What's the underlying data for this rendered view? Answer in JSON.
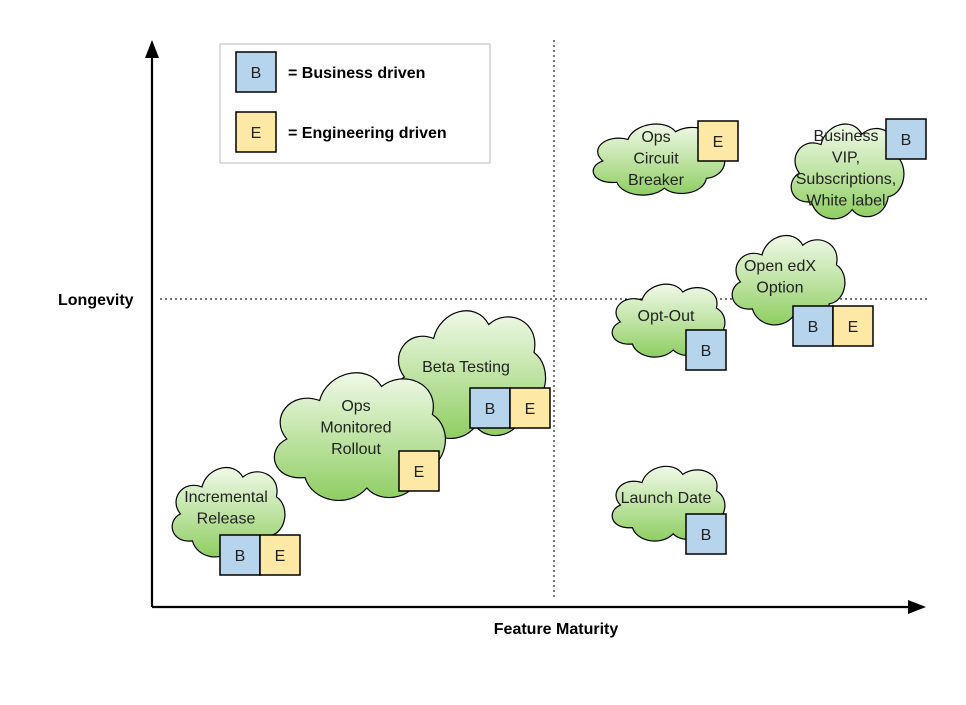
{
  "axes": {
    "x_label": "Feature Maturity",
    "y_label": "Longevity"
  },
  "legend": {
    "items": [
      {
        "tag": "B",
        "text": "= Business driven",
        "color": "#b6d4ec"
      },
      {
        "tag": "E",
        "text": "= Engineering driven",
        "color": "#fde8a6"
      }
    ]
  },
  "colors": {
    "cloud_top": "#f0f9e8",
    "cloud_bottom": "#8fce62",
    "business": "#b6d4ec",
    "engineering": "#fde8a6",
    "stroke": "#000000"
  },
  "items": [
    {
      "id": "ops-circuit-breaker",
      "lines": [
        "Ops",
        "Circuit",
        "Breaker"
      ],
      "tags": [
        "E"
      ]
    },
    {
      "id": "business-vip",
      "lines": [
        "Business",
        "VIP,",
        "Subscriptions,",
        "White label"
      ],
      "tags": [
        "B"
      ]
    },
    {
      "id": "open-edx-option",
      "lines": [
        "Open edX",
        "Option"
      ],
      "tags": [
        "B",
        "E"
      ]
    },
    {
      "id": "opt-out",
      "lines": [
        "Opt-Out"
      ],
      "tags": [
        "B"
      ]
    },
    {
      "id": "beta-testing",
      "lines": [
        "Beta Testing"
      ],
      "tags": [
        "B",
        "E"
      ]
    },
    {
      "id": "ops-monitored-rollout",
      "lines": [
        "Ops",
        "Monitored",
        "Rollout"
      ],
      "tags": [
        "E"
      ]
    },
    {
      "id": "launch-date",
      "lines": [
        "Launch Date"
      ],
      "tags": [
        "B"
      ]
    },
    {
      "id": "incremental-release",
      "lines": [
        "Incremental",
        "Release"
      ],
      "tags": [
        "B",
        "E"
      ]
    }
  ]
}
